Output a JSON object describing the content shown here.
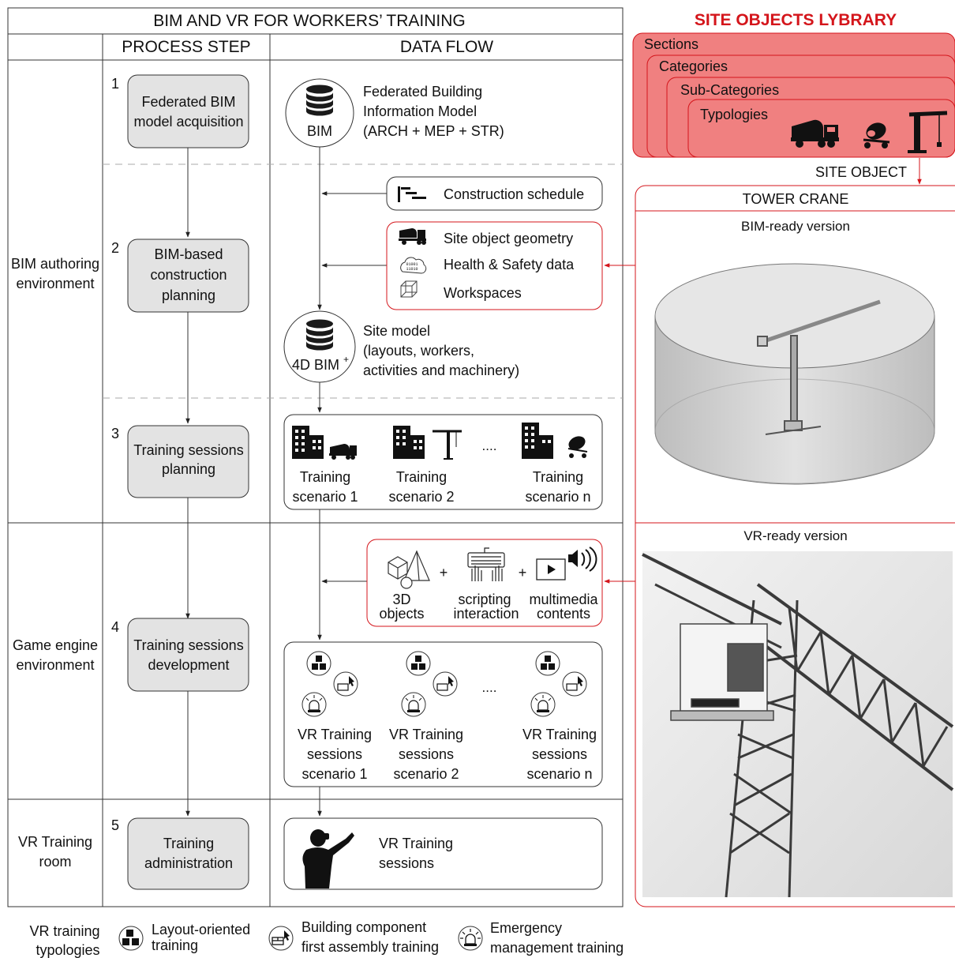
{
  "main_table": {
    "title": "BIM AND VR FOR WORKERS’ TRAINING",
    "col_process": "PROCESS STEP",
    "col_dataflow": "DATA FLOW"
  },
  "environments": {
    "bim_authoring": [
      "BIM authoring",
      "environment"
    ],
    "game_engine": [
      "Game engine",
      "environment"
    ],
    "vr_room": [
      "VR Training",
      "room"
    ]
  },
  "steps": [
    {
      "num": "1",
      "lines": [
        "Federated BIM",
        "model acquisition"
      ]
    },
    {
      "num": "2",
      "lines": [
        "BIM-based",
        "construction",
        "planning"
      ]
    },
    {
      "num": "3",
      "lines": [
        "Training sessions",
        "planning"
      ]
    },
    {
      "num": "4",
      "lines": [
        "Training sessions",
        "development"
      ]
    },
    {
      "num": "5",
      "lines": [
        "Training",
        "administration"
      ]
    }
  ],
  "data_flow": {
    "bim_db_label": "BIM",
    "bim_desc": [
      "Federated Building",
      "Information Model",
      "(ARCH + MEP + STR)"
    ],
    "schedule": "Construction schedule",
    "site_inputs": [
      "Site object geometry",
      "Health & Safety data",
      "Workspaces"
    ],
    "binary_text": [
      "01001",
      "11010"
    ],
    "db4d_label": "4D BIM",
    "db4d_sup": "+",
    "site_model_desc": [
      "Site model",
      "(layouts, workers,",
      "activities and machinery)"
    ],
    "scenarios": [
      [
        "Training",
        "scenario 1"
      ],
      [
        "Training",
        "scenario 2"
      ],
      [
        "Training",
        "scenario n"
      ]
    ],
    "ellipsis": "....",
    "game_inputs": [
      [
        "3D",
        "objects"
      ],
      [
        "scripting",
        "interaction"
      ],
      [
        "multimedia",
        "contents"
      ]
    ],
    "plus": "+",
    "vr_sessions": [
      [
        "VR Training",
        "sessions",
        "scenario 1"
      ],
      [
        "VR Training",
        "sessions",
        "scenario 2"
      ],
      [
        "VR Training",
        "sessions",
        "scenario n"
      ]
    ],
    "final": [
      "VR Training",
      "sessions"
    ]
  },
  "library": {
    "title": "SITE OBJECTS LYBRARY",
    "levels": [
      "Sections",
      "Categories",
      "Sub-Categories",
      "Typologies"
    ],
    "site_object": "SITE OBJECT",
    "object_name": "TOWER CRANE",
    "bim_ready": "BIM-ready version",
    "vr_ready": "VR-ready version"
  },
  "legend": {
    "title": [
      "VR training",
      "typologies"
    ],
    "items": [
      [
        "Layout-oriented",
        "training"
      ],
      [
        "Building component",
        "first assembly training"
      ],
      [
        "Emergency",
        "management training"
      ]
    ]
  },
  "colors": {
    "accent_red": "#d4151b",
    "library_fill": "#f08080",
    "step_fill": "#e3e3e3",
    "line": "#333333"
  }
}
